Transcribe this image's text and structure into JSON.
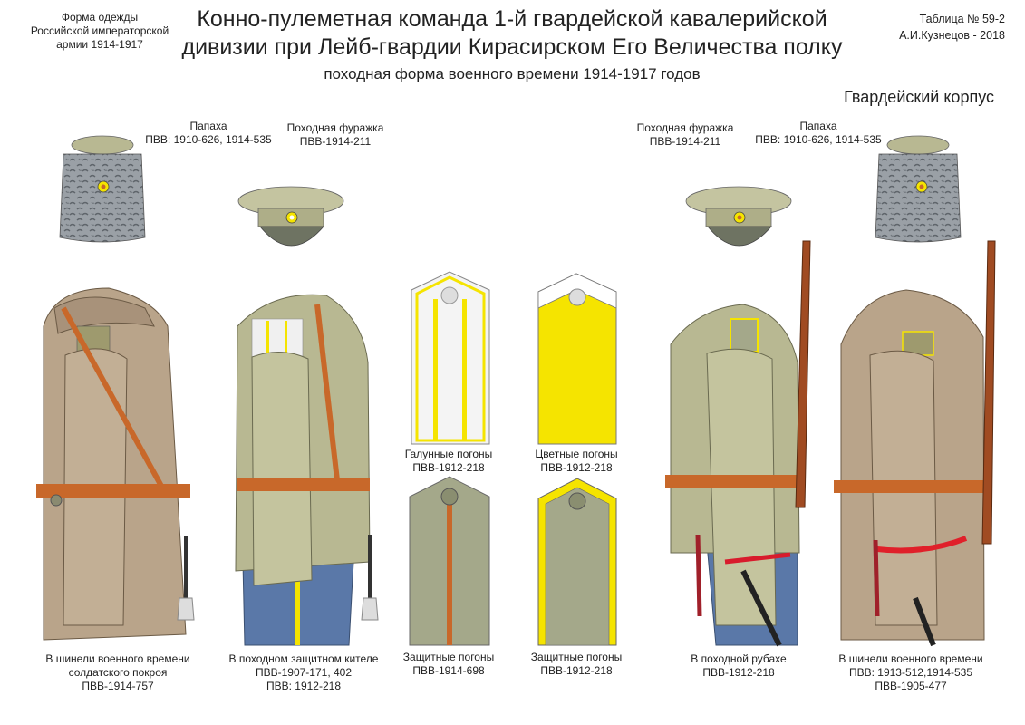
{
  "header": {
    "left": [
      "Форма одежды",
      "Российской императорской",
      "армии  1914-1917"
    ],
    "title": [
      "Конно-пулеметная команда 1-й гвардейской кавалерийской",
      "дивизии при Лейб-гвардии Кирасирском Его Величества полку"
    ],
    "subtitle": "походная форма военного времени 1914-1917 годов",
    "right": [
      "Таблица № 59-2",
      "А.И.Кузнецов - 2018"
    ],
    "corps": "Гвардейский корпус"
  },
  "caps": {
    "papakha_left": [
      "Папаха",
      "ПВВ: 1910-626, 1914-535"
    ],
    "furazhka_left": [
      "Походная фуражка",
      "ПВВ-1914-211"
    ],
    "furazhka_right": [
      "Походная фуражка",
      "ПВВ-1914-211"
    ],
    "papakha_right": [
      "Папаха",
      "ПВВ: 1910-626, 1914-535"
    ]
  },
  "pogony": {
    "galun": [
      "Галунные погоны",
      "ПВВ-1912-218"
    ],
    "color": [
      "Цветные погоны",
      "ПВВ-1912-218"
    ],
    "field1": [
      "Защитные погоны",
      "ПВВ-1914-698"
    ],
    "field2": [
      "Защитные  погоны",
      "ПВВ-1912-218"
    ]
  },
  "figures": {
    "fig1": [
      "В шинели военного времени",
      "солдатского покроя",
      "ПВВ-1914-757"
    ],
    "fig2": [
      "В походном защитном кителе",
      "ПВВ-1907-171, 402",
      "ПВВ: 1912-218"
    ],
    "fig3": [
      "В походной рубахе",
      "ПВВ-1912-218"
    ],
    "fig4": [
      "В шинели военного времени",
      "ПВВ: 1913-512,1914-535",
      "ПВВ-1905-477"
    ]
  },
  "colors": {
    "greatcoat": "#b9a48a",
    "khaki": "#b8b892",
    "leather": "#c8682a",
    "trousers": "#5a78a8",
    "yellow": "#f5e400",
    "fur": "#8e949a",
    "pogon_green": "#a4a88a"
  }
}
